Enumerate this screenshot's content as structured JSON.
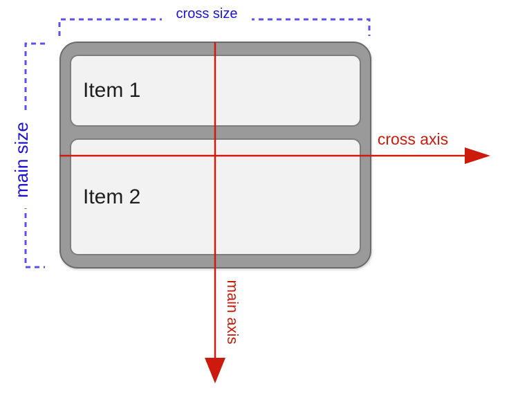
{
  "diagram": {
    "description": "flexbox main/cross axis diagram",
    "container": {
      "items": [
        {
          "label": "Item 1"
        },
        {
          "label": "Item 2"
        }
      ]
    },
    "labels": {
      "cross_size": "cross size",
      "main_size": "main size",
      "cross_axis": "cross axis",
      "main_axis": "main axis"
    },
    "colors": {
      "blue_label_text": "#1b12d4",
      "blue_dash": "#5b51ea",
      "red": "#cc1a0d",
      "container_fill": "#9a9a9a",
      "container_border": "#6b6b6b",
      "item_fill": "#f2f2f2",
      "item_border": "#7d7d7d",
      "item_text": "#1e1e1e",
      "background": "#ffffff"
    }
  }
}
